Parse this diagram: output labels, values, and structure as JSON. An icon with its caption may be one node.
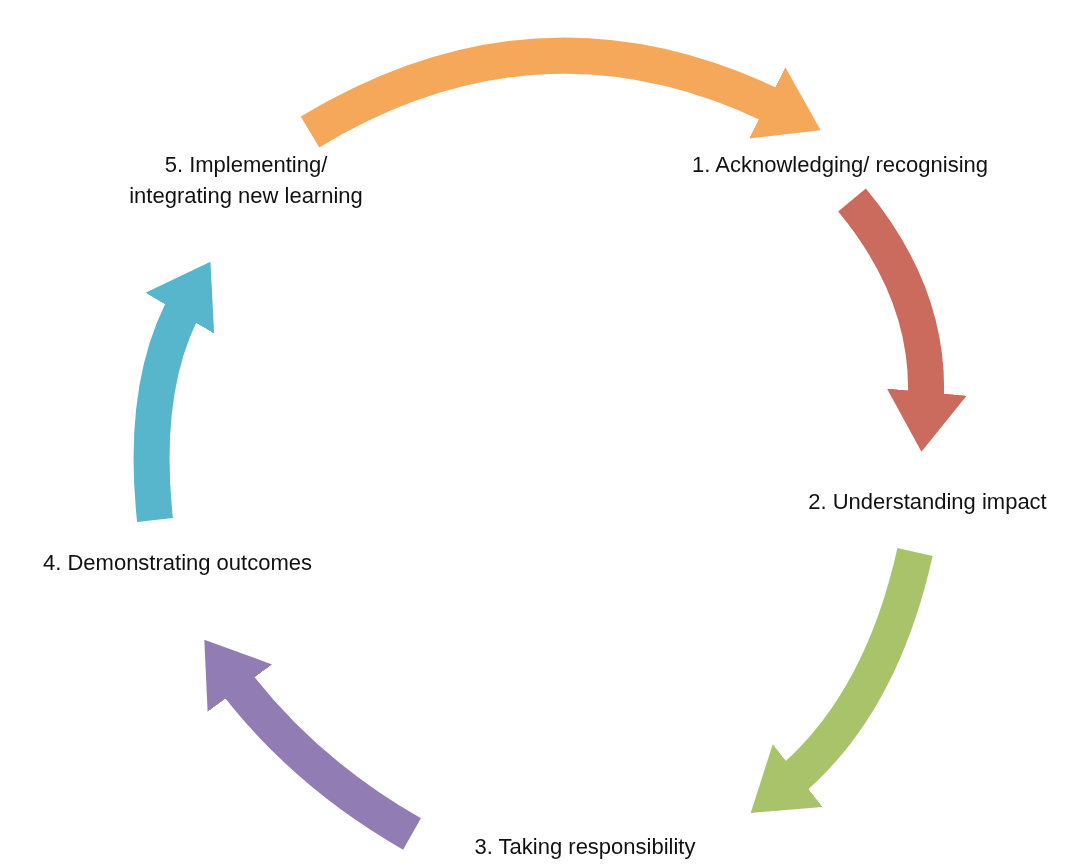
{
  "diagram": {
    "nodes": [
      {
        "text": [
          "1. Acknowledging/ recognising"
        ]
      },
      {
        "text": [
          "2. Understanding impact"
        ]
      },
      {
        "text": [
          "3. Taking responsibility"
        ]
      },
      {
        "text": [
          "4. Demonstrating outcomes"
        ]
      },
      {
        "text": [
          "5. Implementing/ integrating new learning"
        ]
      }
    ],
    "edges": [
      {
        "from": 4,
        "to": 0,
        "arrow": "to",
        "color": "#f6a85a"
      },
      {
        "from": 0,
        "to": 1,
        "arrow": "to",
        "color": "#cb6b5d"
      },
      {
        "from": 1,
        "to": 2,
        "arrow": "to",
        "color": "#a9c36a"
      },
      {
        "from": 2,
        "to": 3,
        "arrow": "to",
        "color": "#917db3"
      },
      {
        "from": 3,
        "to": 4,
        "arrow": "to",
        "color": "#58b6cc"
      }
    ]
  }
}
